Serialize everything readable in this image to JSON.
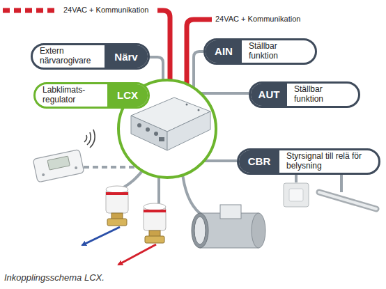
{
  "diagram": {
    "caption": "Inkopplingsschema LCX.",
    "nodes": [
      {
        "text": [
          "Extern närvarogivare",
          "Närv"
        ]
      },
      {
        "text": [
          "AIN",
          "Ställbar funktion"
        ]
      },
      {
        "text": [
          "Labklimats- regulator",
          "LCX"
        ]
      },
      {
        "text": [
          "AUT",
          "Ställbar funktion"
        ]
      },
      {
        "text": [
          "CBR",
          "Styrsignal till relä för belysning"
        ]
      }
    ],
    "labels": [
      "24VAC + Kommunikation",
      "24VAC + Kommunikation"
    ]
  }
}
